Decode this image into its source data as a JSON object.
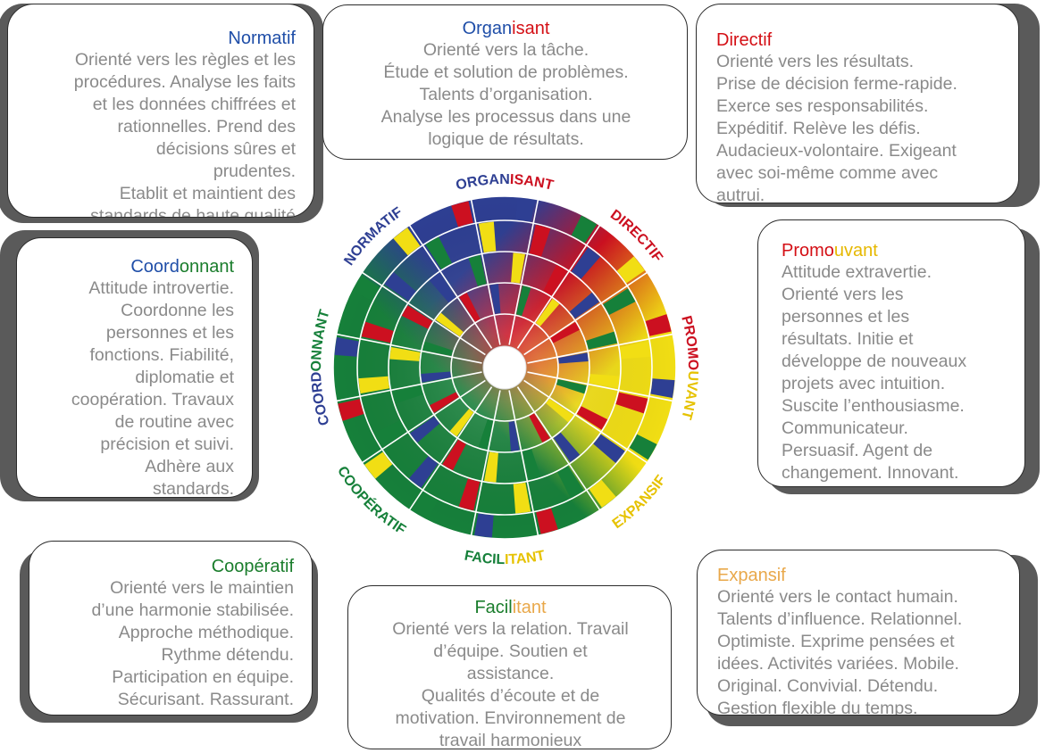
{
  "colors": {
    "blue": "#2e3f93",
    "red": "#cc1020",
    "yellow": "#f1de14",
    "green": "#16803a",
    "text_gray": "#8a8a8a"
  },
  "cards": {
    "normatif": {
      "title_a": "Normatif",
      "title_b": "",
      "body": "Orienté vers les règles et les\nprocédures. Analyse les faits\net les données chiffrées et\nrationnelles. Prend des\ndécisions sûres et\nprudentes.\nEtablit et maintient des\nstandards de haute qualité"
    },
    "organisant": {
      "title_a": "Organ",
      "title_b": "isant",
      "body": "Orienté vers la tâche.\nÉtude et solution de problèmes.\nTalents d’organisation.\nAnalyse les processus dans une\nlogique de résultats."
    },
    "directif": {
      "title_a": "Directif",
      "title_b": "",
      "body": "Orienté vers les résultats.\nPrise de décision ferme-rapide.\nExerce ses responsabilités.\nExpéditif. Relève les défis.\nAudacieux-volontaire. Exigeant\navec soi-même comme avec\nautrui."
    },
    "coordonnant": {
      "title_a": "Coord",
      "title_b": "onnant",
      "body": "Attitude introvertie.\nCoordonne les\npersonnes et les\nfonctions. Fiabilité,\ndiplomatie et\ncoopération. Travaux\nde routine avec\nprécision et suivi.\nAdhère aux\nstandards."
    },
    "promouvant": {
      "title_a": "Promo",
      "title_b": "uvant",
      "body": "Attitude extravertie.\nOrienté vers les\npersonnes et les\nrésultats. Initie et\ndéveloppe de nouveaux\nprojets avec intuition.\nSuscite l’enthousiasme.\nCommunicateur.\nPersuasif. Agent de\nchangement. Innovant."
    },
    "cooperatif": {
      "title_a": "Coopératif",
      "title_b": "",
      "body": "Orienté vers le maintien\nd’une harmonie stabilisée.\nApproche méthodique.\nRythme détendu.\nParticipation en équipe.\nSécurisant. Rassurant."
    },
    "facilitant": {
      "title_a": "Facil",
      "title_b": "itant",
      "body": "Orienté vers la relation. Travail\nd’équipe. Soutien et\nassistance.\nQualités d’écoute et de\nmotivation. Environnement de\ntravail harmonieux"
    },
    "expansif": {
      "title_a": "Expansif",
      "title_b": "",
      "body": "Orienté vers le contact humain.\nTalents d’influence. Relationnel.\nOptimiste. Exprime pensées et\nidées. Activités variées. Mobile.\nOriginal. Convivial. Détendu.\nGestion flexible du temps."
    }
  },
  "wheel": {
    "labels": [
      {
        "name": "organisant",
        "parts": [
          [
            "ORGAN",
            "#2e3f93"
          ],
          [
            "ISANT",
            "#cc1020"
          ]
        ]
      },
      {
        "name": "directif",
        "parts": [
          [
            "DIRECTIF",
            "#cc1020"
          ]
        ]
      },
      {
        "name": "promouvant",
        "parts": [
          [
            "PROMO",
            "#cc1020"
          ],
          [
            "UVANT",
            "#e6c200"
          ]
        ]
      },
      {
        "name": "expansif",
        "parts": [
          [
            "EXPANSIF",
            "#e6c200"
          ]
        ]
      },
      {
        "name": "facilitant",
        "parts": [
          [
            "FACIL",
            "#16803a"
          ],
          [
            "ITANT",
            "#e6c200"
          ]
        ]
      },
      {
        "name": "cooperatif",
        "parts": [
          [
            "COOPÉRATIF",
            "#16803a"
          ]
        ]
      },
      {
        "name": "coordonnant",
        "parts": [
          [
            "COORD",
            "#2e3f93"
          ],
          [
            "ONNANT",
            "#16803a"
          ]
        ]
      },
      {
        "name": "normatif",
        "parts": [
          [
            "NORMATIF",
            "#2e3f93"
          ]
        ]
      }
    ]
  }
}
